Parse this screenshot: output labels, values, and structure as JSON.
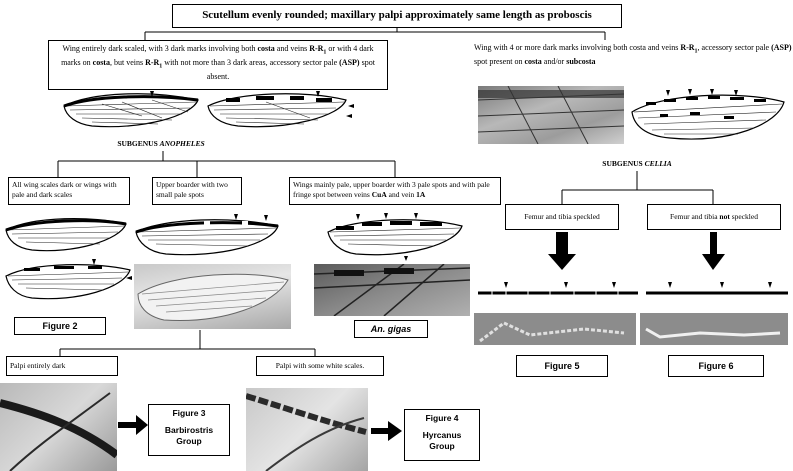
{
  "title": "Scutellum evenly rounded; maxillary palpi approximately same length as proboscis",
  "left_top": {
    "p1": "Wing entirely dark scaled, with 3 dark marks involving both ",
    "costa1": "costa",
    "p2": " and veins ",
    "r1": "R-R",
    "r1sub": "1",
    "p3": " or with 4 dark marks on ",
    "costa2": "costa",
    "p4": ", but veins ",
    "r2": "R-R",
    "r2sub": "1",
    "p5": " with not more than 3 dark areas, accessory sector pale ",
    "asp": "(ASP)",
    "p6": " spot absent."
  },
  "right_top": {
    "p1": "Wing with 4 or more dark marks involving both costa and veins ",
    "r": "R-R",
    "rsub": "1",
    "p2": ", accessory sector pale ",
    "asp": "(ASP)",
    "p3": " spot present on ",
    "costa": "costa",
    "p4": " and/or ",
    "subcosta": "subcosta"
  },
  "subgenus_anopheles": {
    "prefix": "SUBGENUS ",
    "name": "ANOPHELES"
  },
  "subgenus_cellia": {
    "prefix": "SUBGENUS ",
    "name": "CELLIA"
  },
  "anoph_opt1": "All wing scales dark or wings with pale and dark scales",
  "anoph_opt2": "Upper boarder with two small pale spots",
  "anoph_opt3": {
    "p1": "Wings mainly pale, upper boarder with 3 pale spots and with pale fringe spot between veins ",
    "cua": "CuA",
    "p2": " and vein ",
    "v1a": "1A"
  },
  "cellia_opt1": "Femur and tibia speckled",
  "cellia_opt2": {
    "p1": "Femur and tibia ",
    "not": "not",
    "p2": " speckled"
  },
  "figure2": "Figure 2",
  "an_gigas": "An. gigas",
  "figure5": "Figure 5",
  "figure6": "Figure 6",
  "palpi_dark": "Palpi entirely dark",
  "palpi_white": "Palpi with some white scales.",
  "figure3": {
    "title": "Figure 3",
    "group1": "Barbirostris",
    "group2": "Group"
  },
  "figure4": {
    "title": "Figure 4",
    "group1": "Hyrcanus",
    "group2": "Group"
  }
}
